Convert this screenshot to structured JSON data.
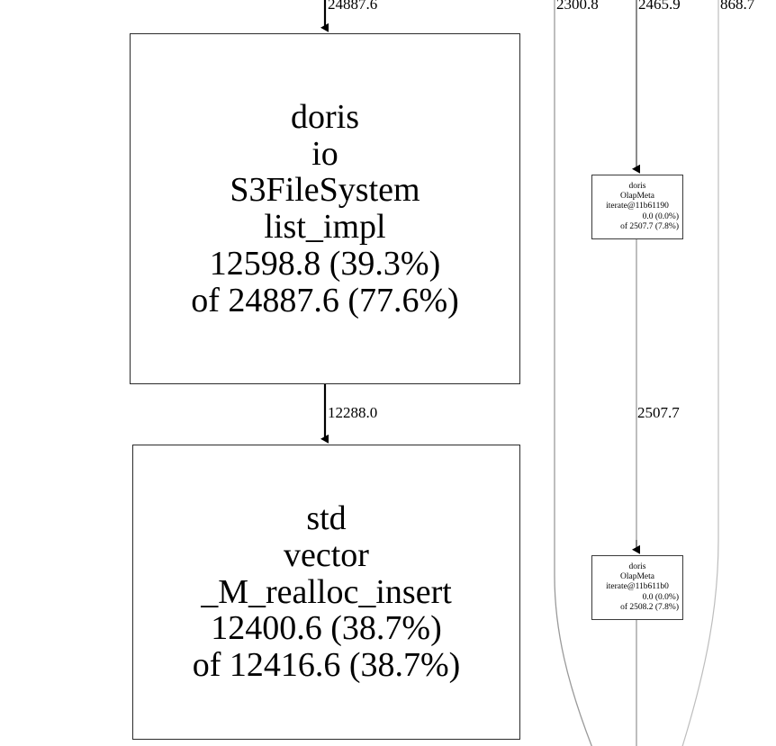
{
  "graph": {
    "type": "call-graph",
    "renderer": "graphviz-profile",
    "background_color": "#ffffff",
    "node_border_color": "#2b2b2b",
    "edge_color": "#000000",
    "thin_edge_color": "#b5b5b5",
    "nodes": [
      {
        "id": "s3filesystem",
        "size": "large",
        "lines": [
          "doris",
          "io",
          "S3FileSystem",
          "list_impl",
          "12598.8 (39.3%)",
          "of 24887.6 (77.6%)"
        ],
        "package": "doris",
        "namespace": "io",
        "class": "S3FileSystem",
        "function": "list_impl",
        "flat": "12598.8",
        "flat_pct": "39.3%",
        "cumulative": "24887.6",
        "cumulative_pct": "77.6%"
      },
      {
        "id": "realloc",
        "size": "large",
        "lines": [
          "std",
          "vector",
          "_M_realloc_insert",
          "12400.6 (38.7%)",
          "of 12416.6 (38.7%)"
        ],
        "package": "std",
        "namespace": "vector",
        "function": "_M_realloc_insert",
        "flat": "12400.6",
        "flat_pct": "38.7%",
        "cumulative": "12416.6",
        "cumulative_pct": "38.7%"
      },
      {
        "id": "olapmeta-a",
        "size": "small",
        "lines": [
          "doris",
          "OlapMeta",
          "iterate@11b61190",
          "0.0 (0.0%)",
          "of 2507.7 (7.8%)"
        ],
        "package": "doris",
        "class": "OlapMeta",
        "function": "iterate@11b61190",
        "flat": "0.0",
        "flat_pct": "0.0%",
        "cumulative": "2507.7",
        "cumulative_pct": "7.8%"
      },
      {
        "id": "olapmeta-b",
        "size": "small",
        "lines": [
          "doris",
          "OlapMeta",
          "iterate@11b611b0",
          "0.0 (0.0%)",
          "of 2508.2 (7.8%)"
        ],
        "package": "doris",
        "class": "OlapMeta",
        "function": "iterate@11b611b0",
        "flat": "0.0",
        "flat_pct": "0.0%",
        "cumulative": "2508.2",
        "cumulative_pct": "7.8%"
      }
    ],
    "edge_labels": {
      "top_main": "24887.6",
      "top_left": "2300.8",
      "top_mid": "2465.9",
      "top_right": "868.7",
      "mid_main": "12288.0",
      "mid_right": "2507.7"
    }
  }
}
